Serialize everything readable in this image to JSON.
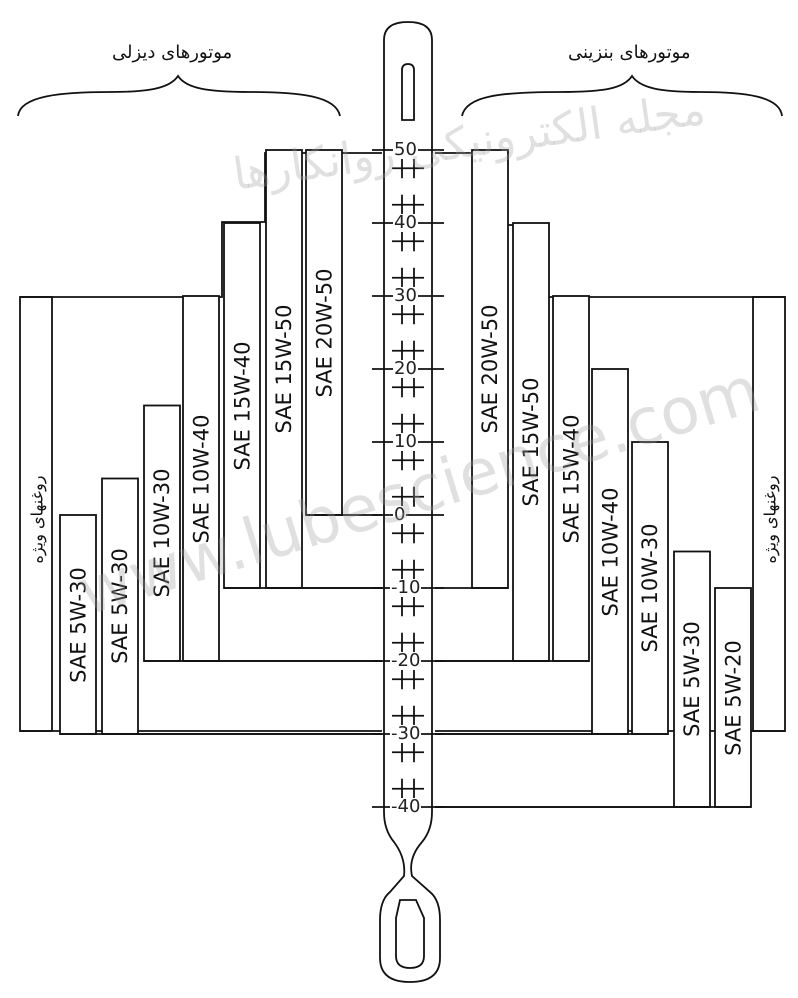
{
  "headings": {
    "diesel": "موتورهای دیزلی",
    "gasoline": "موتورهای بنزینی"
  },
  "special_oils": "روغنهای ویژه",
  "thermometer": {
    "scale": [
      "50",
      "40",
      "30",
      "20",
      "10",
      "0",
      "-10",
      "-20",
      "-30",
      "-40"
    ]
  },
  "diesel_oils": [
    {
      "name": "SAE 5W-30",
      "min_c": -30,
      "max_c": 0
    },
    {
      "name": "SAE 5W-30",
      "min_c": -30,
      "max_c": 5
    },
    {
      "name": "SAE 10W-30",
      "min_c": -20,
      "max_c": 15
    },
    {
      "name": "SAE 10W-40",
      "min_c": -20,
      "max_c": 30
    },
    {
      "name": "SAE 15W-40",
      "min_c": -10,
      "max_c": 40
    },
    {
      "name": "SAE 15W-50",
      "min_c": -10,
      "max_c": 50
    },
    {
      "name": "SAE 20W-50",
      "min_c": 0,
      "max_c": 50
    }
  ],
  "gasoline_oils": [
    {
      "name": "SAE 20W-50",
      "min_c": -10,
      "max_c": 50
    },
    {
      "name": "SAE 15W-50",
      "min_c": -20,
      "max_c": 40
    },
    {
      "name": "SAE 15W-40",
      "min_c": -20,
      "max_c": 30
    },
    {
      "name": "SAE 10W-40",
      "min_c": -30,
      "max_c": 20
    },
    {
      "name": "SAE 10W-30",
      "min_c": -30,
      "max_c": 10
    },
    {
      "name": "SAE 5W-30",
      "min_c": -40,
      "max_c": -5
    },
    {
      "name": "SAE 5W-20",
      "min_c": -40,
      "max_c": -10
    }
  ],
  "watermarks": {
    "url": "www.lubescience.com",
    "magazine": "مجله الکترونیکی روانکارها"
  }
}
